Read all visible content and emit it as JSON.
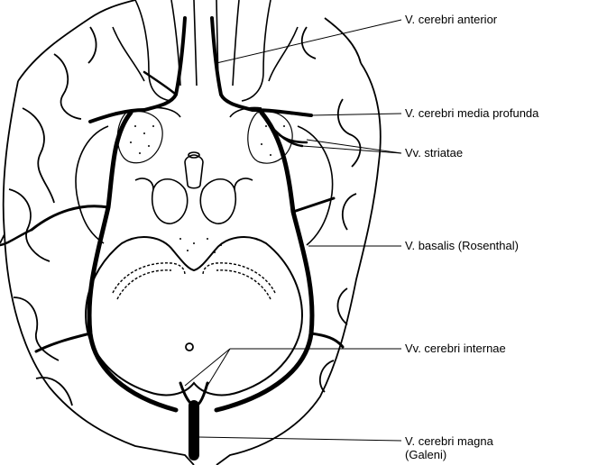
{
  "labels": {
    "vena_cerebri_anterior": "V. cerebri anterior",
    "vena_cerebri_media_profunda": "V. cerebri media profunda",
    "vv_striatae": "Vv. striatae",
    "vena_basalis": "V. basalis (Rosenthal)",
    "vv_cerebri_internae": "Vv. cerebri internae",
    "vena_cerebri_magna_line1": "V. cerebri magna",
    "vena_cerebri_magna_line2": "(Galeni)"
  },
  "colors": {
    "ink": "#000000",
    "paper": "#ffffff"
  }
}
